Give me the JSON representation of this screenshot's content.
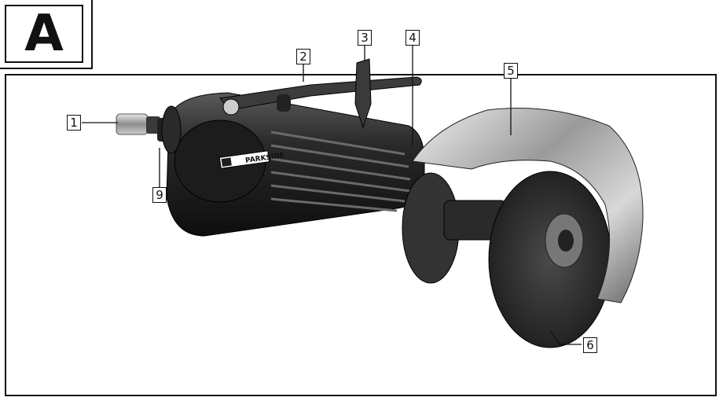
{
  "figure_letter": "A",
  "brand_label": "PARKSIDE",
  "callouts": [
    {
      "id": "1",
      "label": "1"
    },
    {
      "id": "2",
      "label": "2"
    },
    {
      "id": "3",
      "label": "3"
    },
    {
      "id": "4",
      "label": "4"
    },
    {
      "id": "5",
      "label": "5"
    },
    {
      "id": "6",
      "label": "6"
    },
    {
      "id": "9",
      "label": "9"
    }
  ]
}
